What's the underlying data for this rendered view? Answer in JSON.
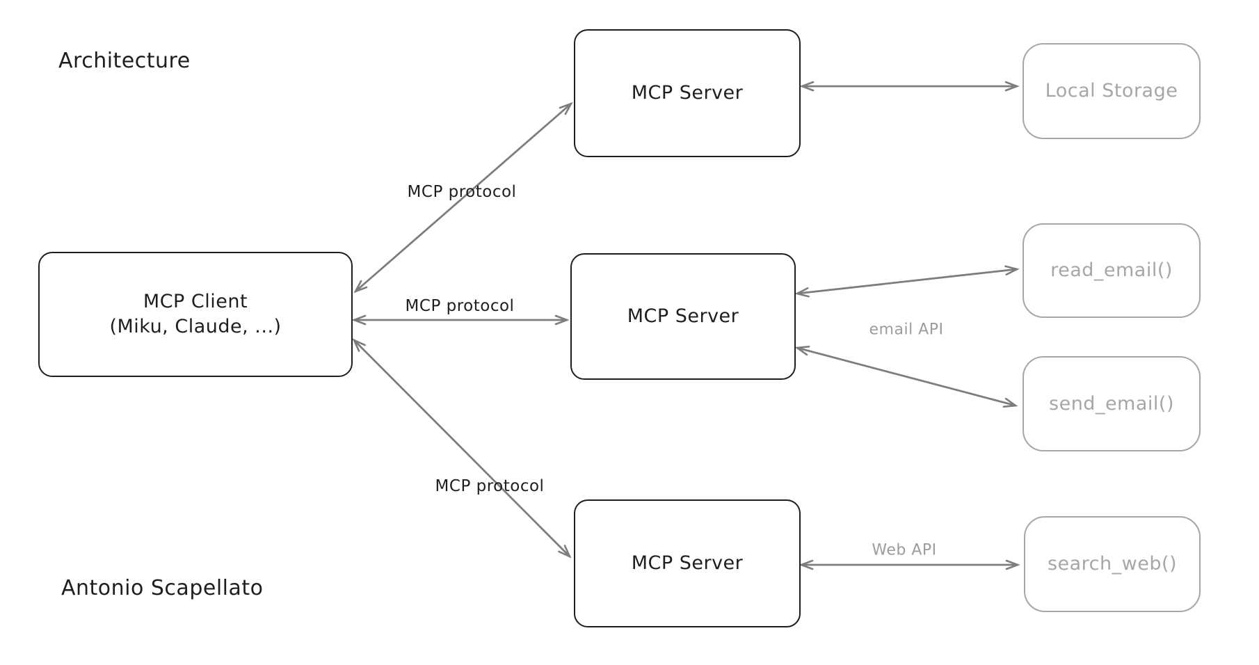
{
  "page": {
    "background": "#ffffff"
  },
  "annotations": {
    "title": "Architecture",
    "author": "Antonio Scapellato"
  },
  "nodes": {
    "client": {
      "title": "MCP Client",
      "subtitle": "(Miku, Claude, ...)"
    },
    "server_top": {
      "label": "MCP Server"
    },
    "server_mid": {
      "label": "MCP Server"
    },
    "server_bottom": {
      "label": "MCP Server"
    },
    "local_storage": {
      "label": "Local Storage"
    },
    "read_email": {
      "label": "read_email()"
    },
    "send_email": {
      "label": "send_email()"
    },
    "search_web": {
      "label": "search_web()"
    }
  },
  "edges": {
    "client_server_top": {
      "label": "MCP protocol",
      "style": "bidirectional-arrow"
    },
    "client_server_mid": {
      "label": "MCP protocol",
      "style": "bidirectional-arrow"
    },
    "client_server_bottom": {
      "label": "MCP protocol",
      "style": "bidirectional-arrow"
    },
    "server_top_local_storage": {
      "label": "",
      "style": "bidirectional-arrow"
    },
    "server_mid_read_email": {
      "label": "",
      "style": "bidirectional-arrow"
    },
    "server_mid_send_email": {
      "label": "",
      "style": "bidirectional-arrow"
    },
    "server_mid_email_api": {
      "label": "email API"
    },
    "server_bottom_search_web": {
      "label": "Web API",
      "style": "bidirectional-arrow"
    }
  },
  "colors": {
    "node-stroke": "#1e1e1e",
    "node-text": "#1e1e1e",
    "tool-stroke": "#a6a6a6",
    "tool-text": "#a6a6a6",
    "arrow": "#7d7d7d",
    "edge-label-dark": "#1e1e1e",
    "edge-label-gray": "#9c9c9c",
    "bg": "#ffffff"
  }
}
